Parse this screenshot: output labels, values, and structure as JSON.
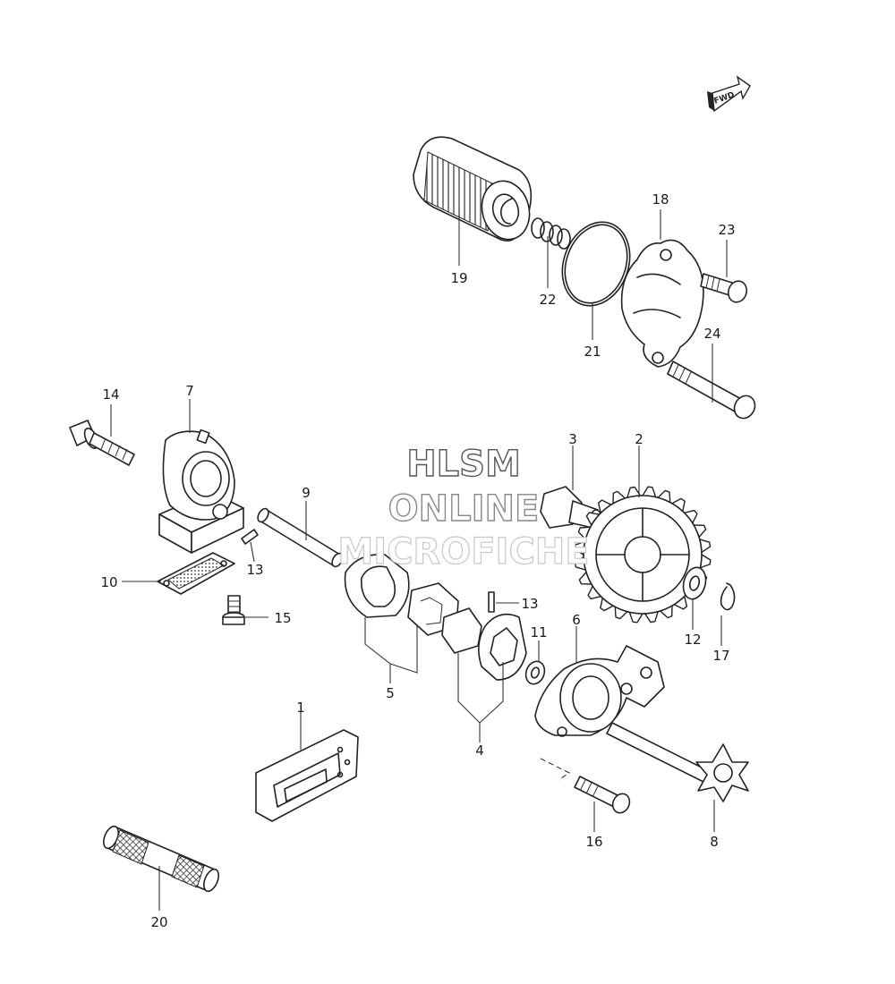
{
  "direction_badge": "FWD",
  "watermark": {
    "line1": "HLSM",
    "line2": "ONLINE",
    "line3": "MICROFICHE"
  },
  "callouts": {
    "c1": "1",
    "c2": "2",
    "c3": "3",
    "c4": "4",
    "c5": "5",
    "c6": "6",
    "c7": "7",
    "c8": "8",
    "c9": "9",
    "c10": "10",
    "c11": "11",
    "c12": "12",
    "c13a": "13",
    "c13b": "13",
    "c14": "14",
    "c15": "15",
    "c16": "16",
    "c17": "17",
    "c18": "18",
    "c19": "19",
    "c20": "20",
    "c21": "21",
    "c22": "22",
    "c23": "23",
    "c24": "24"
  }
}
